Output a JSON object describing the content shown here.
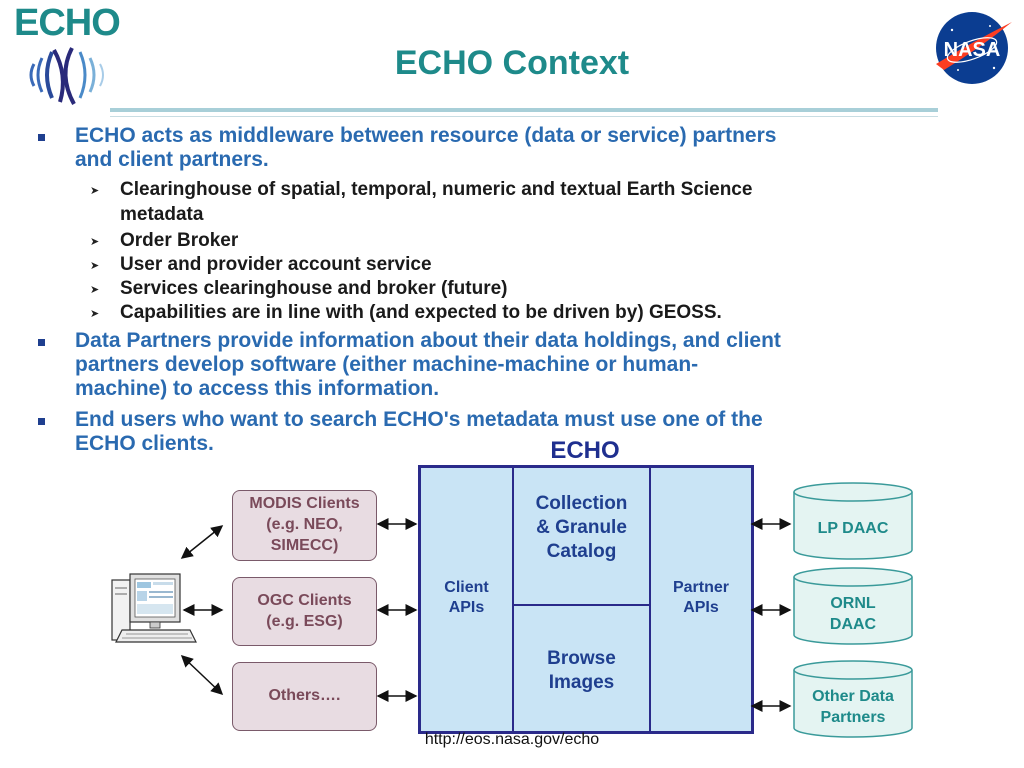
{
  "logo": {
    "text": "ECHO",
    "icon": "echo-wave-logo"
  },
  "nasa_logo": {
    "text": "NASA",
    "icon": "nasa-meatball-logo"
  },
  "title": "ECHO Context",
  "bullets": [
    {
      "text": "ECHO acts as middleware between resource (data or service) partners and client partners.",
      "lines": [
        "ECHO acts as middleware between resource (data or service) partners",
        "and client partners."
      ],
      "sub": [
        {
          "lines": [
            "Clearinghouse of spatial, temporal, numeric and textual Earth Science",
            "metadata"
          ]
        },
        {
          "lines": [
            "Order Broker"
          ]
        },
        {
          "lines": [
            "User and provider account service"
          ]
        },
        {
          "lines": [
            "Services clearinghouse and broker (future)"
          ]
        },
        {
          "lines": [
            "Capabilities are in line with (and expected to be driven by) GEOSS."
          ]
        }
      ]
    },
    {
      "lines": [
        "Data Partners provide information about their data holdings, and client",
        "partners develop software (either machine-machine or human-",
        "machine) to access this information."
      ]
    },
    {
      "lines": [
        "End users who want to search ECHO's metadata must use one of the",
        "ECHO clients."
      ]
    }
  ],
  "diagram": {
    "echo_label": "ECHO",
    "client_apis": [
      "Client",
      "APIs"
    ],
    "partner_apis": [
      "Partner",
      "APIs"
    ],
    "catalog": [
      "Collection",
      "& Granule",
      "Catalog"
    ],
    "browse": [
      "Browse",
      "Images"
    ],
    "clients": [
      {
        "lines": [
          "MODIS Clients",
          "(e.g. NEO,",
          "SIMECC)"
        ]
      },
      {
        "lines": [
          "OGC Clients",
          "(e.g. ESG)"
        ]
      },
      {
        "lines": [
          "Others…."
        ]
      }
    ],
    "partners": [
      {
        "lines": [
          "LP DAAC"
        ]
      },
      {
        "lines": [
          "ORNL",
          "DAAC"
        ]
      },
      {
        "lines": [
          "Other Data",
          "Partners"
        ]
      }
    ],
    "computer_icon": "desktop-computer-icon"
  },
  "url": "http://eos.nasa.gov/echo",
  "colors": {
    "teal": "#1e8a8a",
    "blue": "#2a6ab0",
    "navy": "#1f2f8f",
    "echo_fill": "#c9e4f5",
    "client_fill": "#e8dce2",
    "partner_fill": "#e4f4f2"
  }
}
